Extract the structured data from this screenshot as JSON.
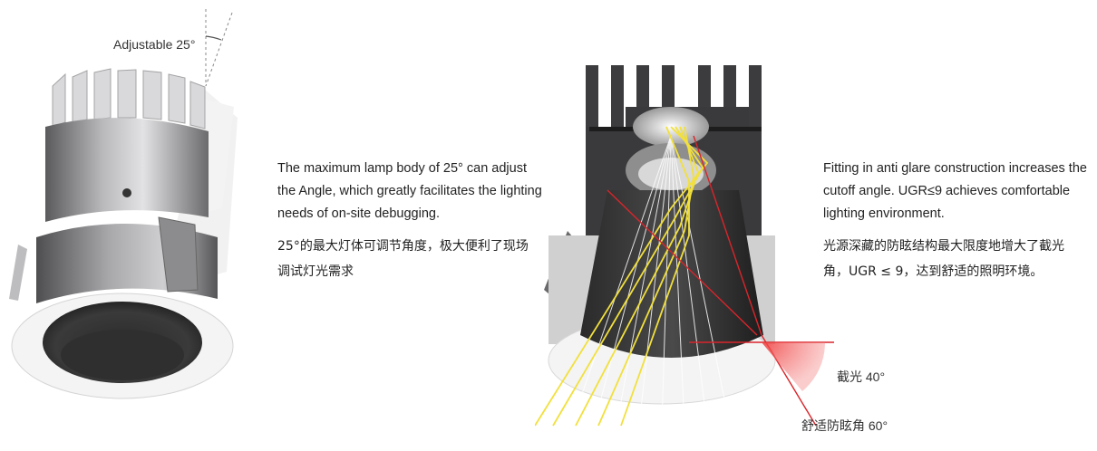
{
  "left_product": {
    "adjust_label": "Adjustable 25°"
  },
  "left_text": {
    "en": [
      "The maximum lamp body of 25° can adjust",
      "the Angle, which greatly facilitates the lighting",
      "needs of on-site debugging."
    ],
    "zh": [
      "25°的最大灯体可调节角度，极大便利了现场",
      "调试灯光需求"
    ]
  },
  "right_text": {
    "en": [
      "Fitting in anti glare construction increases the",
      "cutoff angle. UGR≤9 achieves comfortable",
      "lighting environment."
    ],
    "zh": [
      "光源深藏的防眩结构最大限度地增大了截光",
      "角，UGR ≤ 9，达到舒适的照明环境。"
    ]
  },
  "right_diagram": {
    "cutoff_label": "截光 40°",
    "antiglare_label": "舒适防眩角 60°"
  },
  "colors": {
    "ray_yellow": "#f2e03c",
    "ray_red": "#d9252b",
    "metal_dark": "#3c3c3e",
    "trim_white": "#f4f4f4"
  }
}
